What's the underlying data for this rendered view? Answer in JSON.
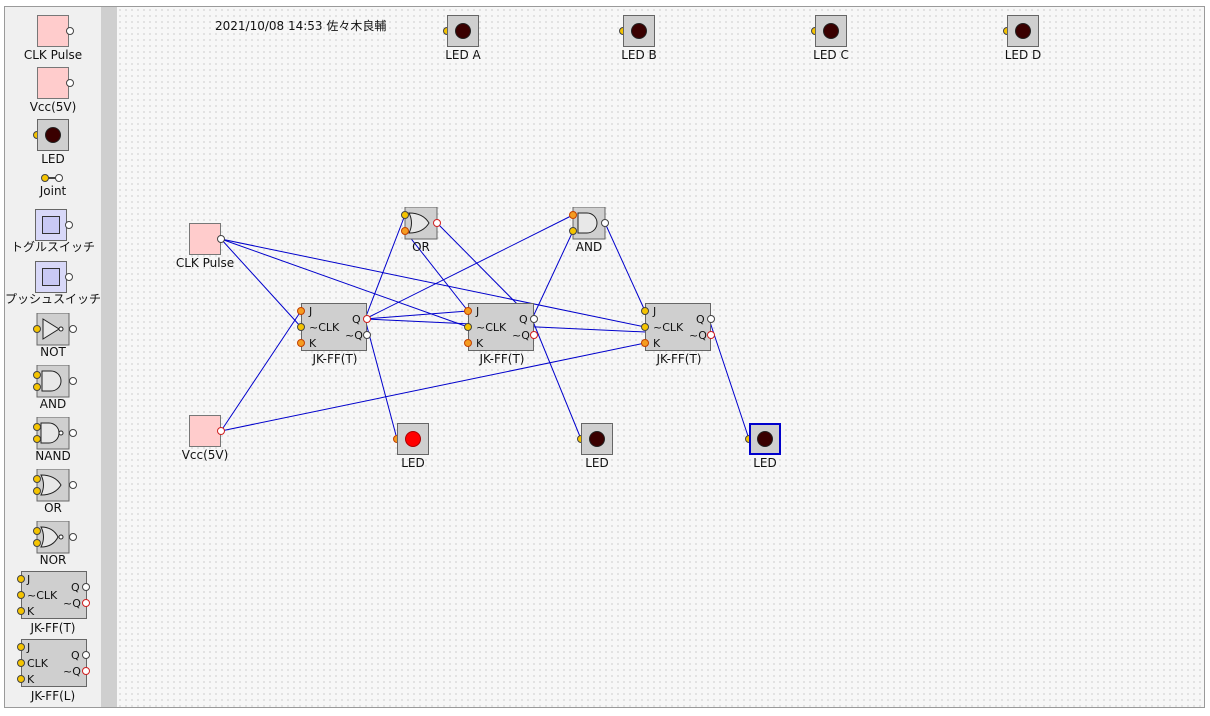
{
  "header": {
    "timestamp": "2021/10/08 14:53 佐々木良輔"
  },
  "palette": {
    "clk_pulse": "CLK Pulse",
    "vcc": "Vcc(5V)",
    "led": "LED",
    "joint": "Joint",
    "toggle_switch": "トグルスイッチ",
    "push_switch": "プッシュスイッチ",
    "not": "NOT",
    "and": "AND",
    "nand": "NAND",
    "or": "OR",
    "nor": "NOR",
    "jkff_t": "JK-FF(T)",
    "jkff_l": "JK-FF(L)"
  },
  "ff_pins": {
    "j": "J",
    "clk": "~CLK",
    "clk_l": "CLK",
    "k": "K",
    "q": "Q",
    "nq": "~Q"
  },
  "circuit": {
    "leds_top": [
      "LED A",
      "LED B",
      "LED C",
      "LED D"
    ],
    "clk_pulse": "CLK Pulse",
    "vcc": "Vcc(5V)",
    "or_gate": "OR",
    "and_gate": "AND",
    "ff1": "JK-FF(T)",
    "ff2": "JK-FF(T)",
    "ff3": "JK-FF(T)",
    "led1": "LED",
    "led2": "LED",
    "led3": "LED"
  },
  "colors": {
    "wire": "#0000cc",
    "accent_pink": "#ffcccc",
    "led_on": "#ff0000",
    "led_off": "#3a0000"
  }
}
